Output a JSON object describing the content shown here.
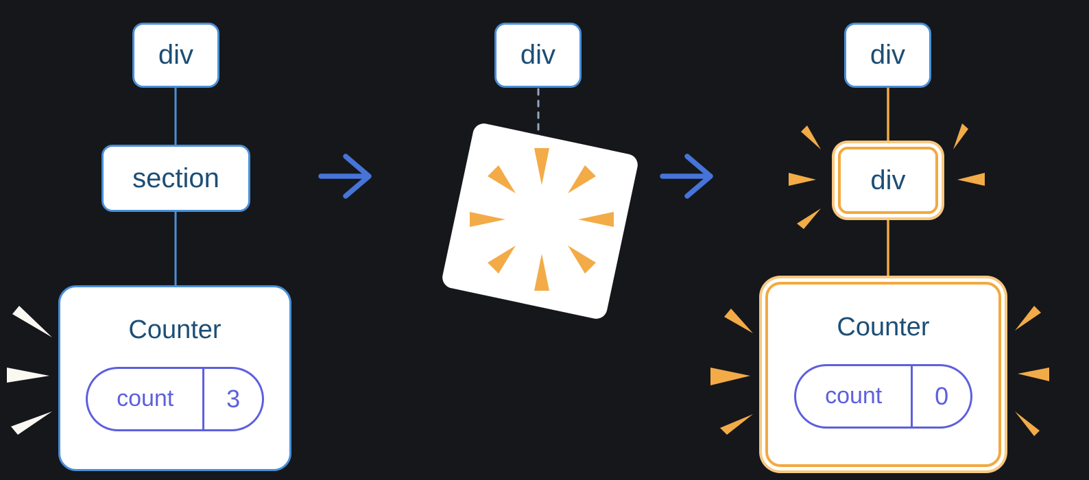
{
  "colors": {
    "background": "#15171b",
    "node_fill": "#ffffff",
    "node_border": "#4a8fd8",
    "node_text": "#1d4e75",
    "tree_line": "#4a8fd8",
    "pill_accent": "#5d5fde",
    "arrow": "#4674d9",
    "dashed_line": "#94a6bc",
    "highlight_orange": "#f2a93f",
    "highlight_orange_light": "#f8c87f",
    "sparkle_orange": "#f3ab47",
    "sparkle_white": "#fbf8f2"
  },
  "before_tree": {
    "root": "div",
    "child": "section",
    "component": {
      "name": "Counter",
      "state_label": "count",
      "state_value": "3"
    }
  },
  "transition": {
    "root": "div"
  },
  "after_tree": {
    "root": "div",
    "child": "div",
    "component": {
      "name": "Counter",
      "state_label": "count",
      "state_value": "0"
    }
  }
}
